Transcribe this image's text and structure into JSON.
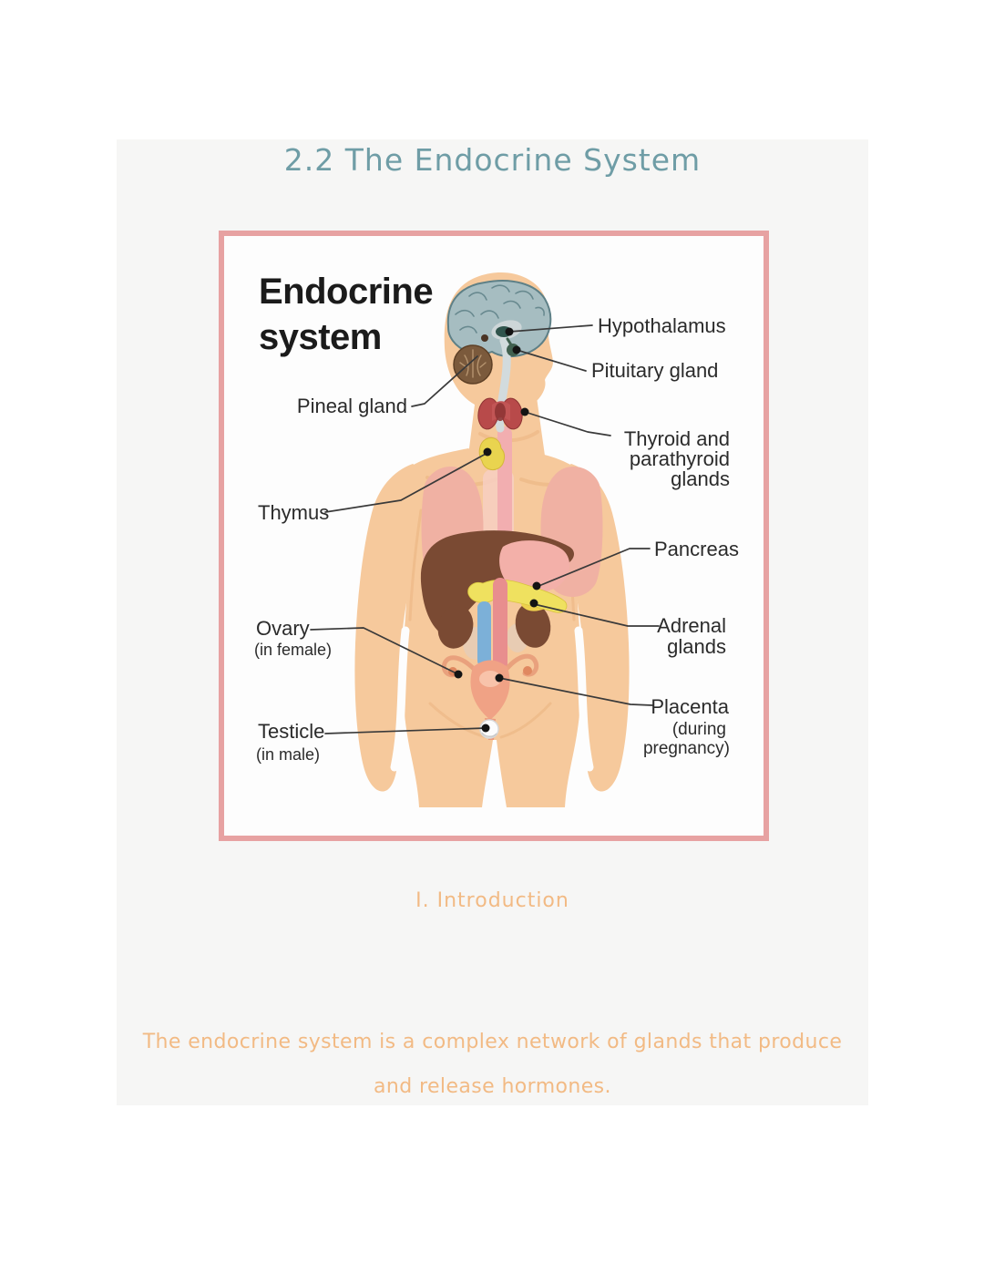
{
  "page": {
    "title": "2.2 The Endocrine System",
    "section_heading": "I. Introduction",
    "paragraph": {
      "line1": "The endocrine system is a complex network of glands that produce",
      "line2": "and release hormones."
    },
    "colors": {
      "title_text": "#6f9da6",
      "accent_text": "#f2ba84",
      "page_background": "#f6f6f5",
      "frame_border": "#e7a2a2"
    }
  },
  "figure": {
    "heading": {
      "line1": "Endocrine",
      "line2": "system"
    },
    "labels": {
      "hypothalamus": "Hypothalamus",
      "pituitary": "Pituitary gland",
      "pineal": "Pineal gland",
      "thyroid_line1": "Thyroid and",
      "thyroid_line2": "parathyroid",
      "thyroid_line3": "glands",
      "thymus": "Thymus",
      "pancreas": "Pancreas",
      "adrenal_line1": "Adrenal",
      "adrenal_line2": "glands",
      "ovary": "Ovary",
      "ovary_sub": "(in female)",
      "placenta": "Placenta",
      "placenta_sub1": "(during",
      "placenta_sub2": "pregnancy)",
      "testicle": "Testicle",
      "testicle_sub": "(in male)"
    },
    "colors": {
      "skin": "#f6c99c",
      "brain": "#a6bdc1",
      "cerebellum": "#7b5a3c",
      "thyroid": "#b84a4a",
      "thymus": "#e9d44f",
      "liver": "#7a4a33",
      "stomach": "#f3b0a9",
      "pancreas": "#efe15f",
      "kidney": "#7a4a33",
      "adrenal": "#eed04e",
      "uterus": "#f0a285",
      "label_text": "#2b2b2b"
    }
  }
}
